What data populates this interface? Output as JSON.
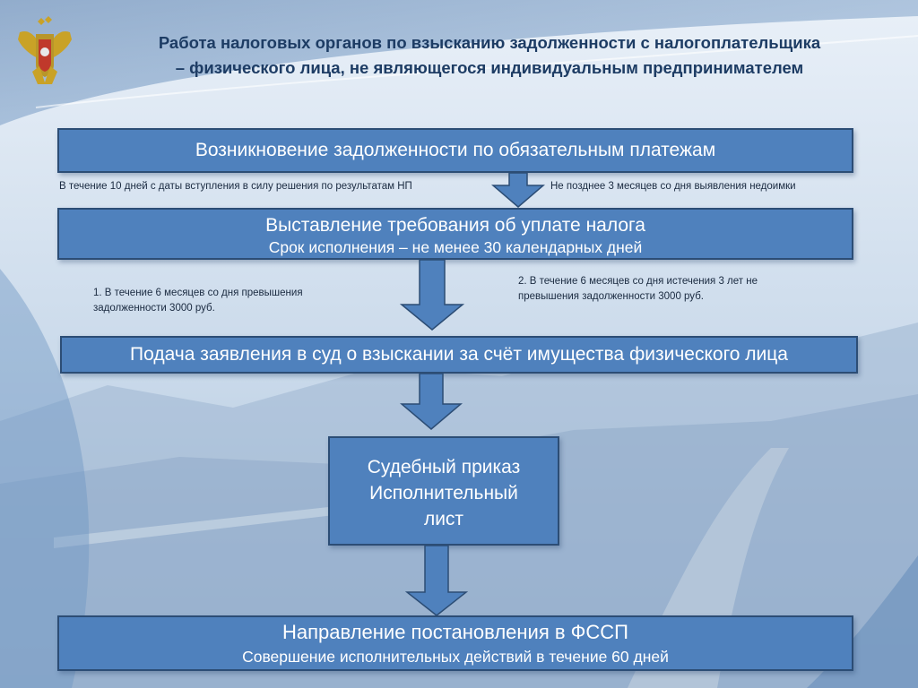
{
  "slide": {
    "title_line1": "Работа налоговых органов по взысканию задолженности с налогоплательщика",
    "title_line2": "– физического лица, не являющегося индивидуальным предпринимателем"
  },
  "emblem": {
    "name": "coat-of-arms"
  },
  "boxes": {
    "debt": {
      "text": "Возникновение задолженности по обязательным платежам"
    },
    "demand": {
      "title": "Выставление требования об уплате налога",
      "subtitle": "Срок исполнения – не менее 30 календарных дней"
    },
    "court": {
      "text": "Подача заявления в суд о взыскании за счёт имущества физического лица"
    },
    "order": {
      "line1": "Судебный приказ",
      "line2": "Исполнительный",
      "line3": "лист"
    },
    "fssp": {
      "title": "Направление постановления в ФССП",
      "subtitle": "Совершение исполнительных действий в течение 60 дней"
    }
  },
  "notes": {
    "left_top": "В течение 10 дней с даты вступления в силу решения по результатам НП",
    "right_top": "Не позднее 3 месяцев со дня выявления недоимки",
    "left_mid_line1": "1. В течение 6 месяцев со дня превышения",
    "left_mid_line2": "задолженности 3000 руб.",
    "right_mid_line1": "2. В течение 6 месяцев со дня истечения 3 лет не",
    "right_mid_line2": "превышения задолженности 3000 руб."
  },
  "colors": {
    "box_fill": "#4f81bd",
    "box_border": "#2c4d75",
    "title_text": "#1d3c64",
    "arrow_fill": "#4f81bd"
  }
}
